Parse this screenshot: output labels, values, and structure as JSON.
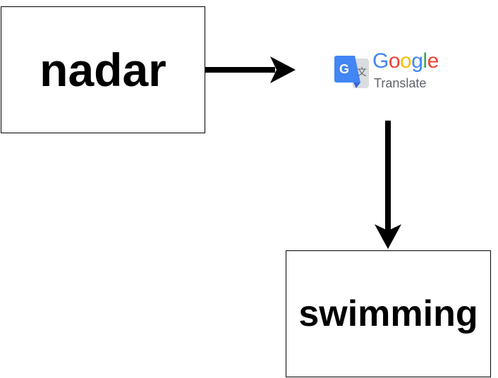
{
  "source_box": {
    "text": "nadar"
  },
  "service": {
    "name": "Google",
    "product": "Translate",
    "icon_glyph_left": "G",
    "icon_glyph_right": "文",
    "name_letters": [
      {
        "char": "G",
        "color": "#4285f4"
      },
      {
        "char": "o",
        "color": "#ea4335"
      },
      {
        "char": "o",
        "color": "#fbbc05"
      },
      {
        "char": "g",
        "color": "#4285f4"
      },
      {
        "char": "l",
        "color": "#34a853"
      },
      {
        "char": "e",
        "color": "#ea4335"
      }
    ],
    "product_color": "#5f6368",
    "icon_blue": "#4285f4",
    "icon_gray": "#dadce0"
  },
  "target_box": {
    "text": "swimming"
  },
  "colors": {
    "arrow": "#000000",
    "border": "#000000",
    "text": "#000000"
  }
}
